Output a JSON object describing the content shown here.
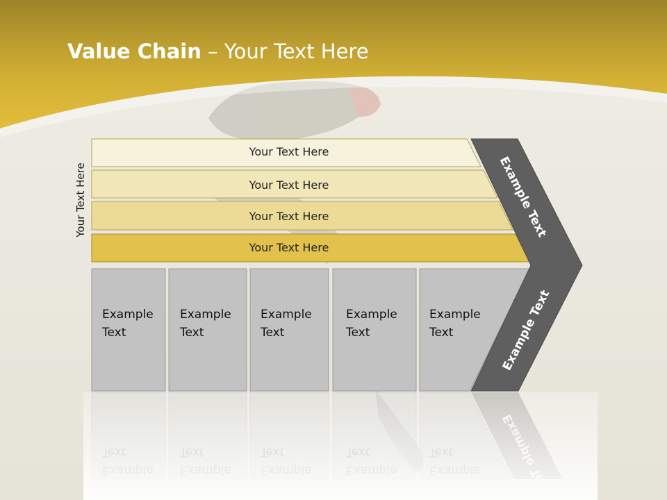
{
  "slide": {
    "title_bold": "Value Chain",
    "title_rest": " – Your Text Here",
    "side_label": "Your Text Here"
  },
  "rows": [
    {
      "label": "Your Text Here",
      "fill": "#f7f2dc"
    },
    {
      "label": "Your Text Here",
      "fill": "#f2e7b8"
    },
    {
      "label": "Your Text Here",
      "fill": "#ecdb96"
    },
    {
      "label": "Your Text Here",
      "fill": "#e2c14d"
    }
  ],
  "boxes": [
    {
      "line1": "Example",
      "line2": "Text"
    },
    {
      "line1": "Example",
      "line2": "Text"
    },
    {
      "line1": "Example",
      "line2": "Text"
    },
    {
      "line1": "Example",
      "line2": "Text"
    },
    {
      "line1": "Example",
      "line2": "Text"
    }
  ],
  "chevron": {
    "upper_label": "Example Text",
    "lower_label": "Example Text"
  },
  "colors": {
    "header_gold": "#c9a42c",
    "box_gray": "#c2c2c2",
    "chevron_gray": "#5f5f5f"
  }
}
